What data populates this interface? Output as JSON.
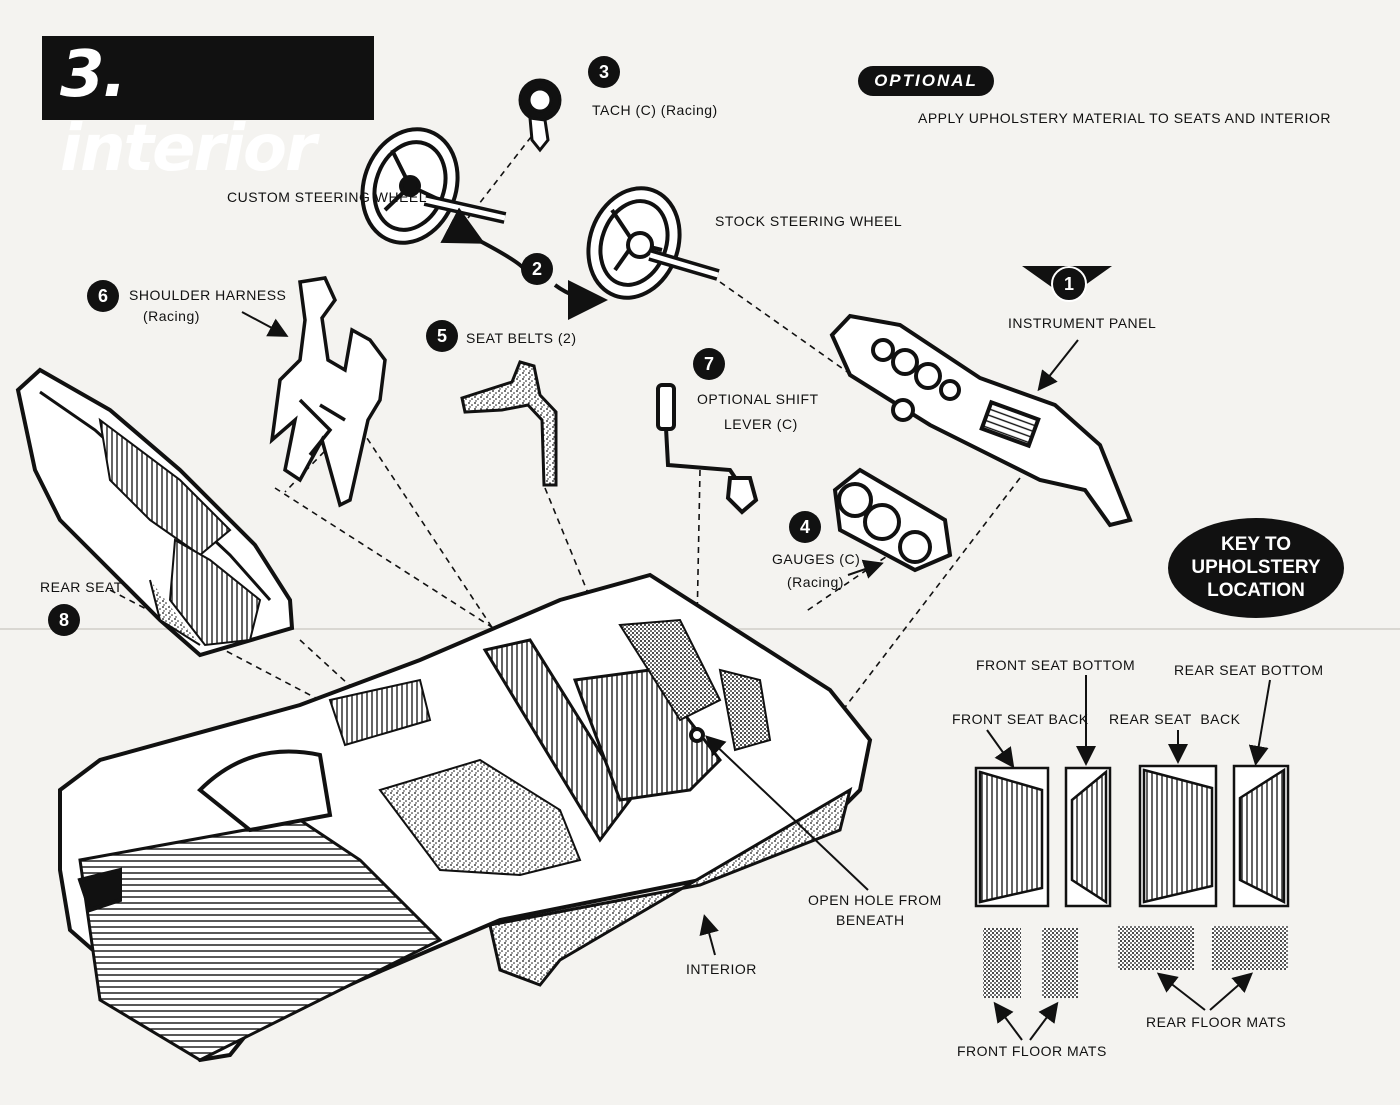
{
  "title": "3. interior",
  "optional_badge": "OPTIONAL",
  "optional_note": "APPLY UPHOLSTERY MATERIAL TO SEATS AND INTERIOR",
  "steps": {
    "s1": "1",
    "s2": "2",
    "s3": "3",
    "s4": "4",
    "s5": "5",
    "s6": "6",
    "s7": "7",
    "s8": "8"
  },
  "labels": {
    "tach": "TACH (C) (Racing)",
    "custom_wheel": "CUSTOM STEERING WHEEL",
    "stock_wheel": "STOCK STEERING WHEEL",
    "shoulder_harness_1": "SHOULDER HARNESS",
    "shoulder_harness_2": "(Racing)",
    "seat_belts": "SEAT BELTS (2)",
    "shift_lever_1": "OPTIONAL SHIFT",
    "shift_lever_2": "LEVER (C)",
    "instrument_panel": "INSTRUMENT PANEL",
    "gauges_1": "GAUGES (C)",
    "gauges_2": "(Racing)",
    "rear_seat": "REAR SEAT",
    "open_hole_1": "OPEN HOLE FROM",
    "open_hole_2": "BENEATH",
    "interior": "INTERIOR"
  },
  "key": {
    "line1": "KEY TO",
    "line2": "UPHOLSTERY",
    "line3": "LOCATION",
    "front_seat_bottom": "FRONT SEAT BOTTOM",
    "rear_seat_bottom": "REAR SEAT BOTTOM",
    "front_seat_back": "FRONT SEAT BACK",
    "rear_seat_back": "REAR SEAT  BACK",
    "front_floor_mats": "FRONT FLOOR MATS",
    "rear_floor_mats": "REAR FLOOR MATS"
  }
}
